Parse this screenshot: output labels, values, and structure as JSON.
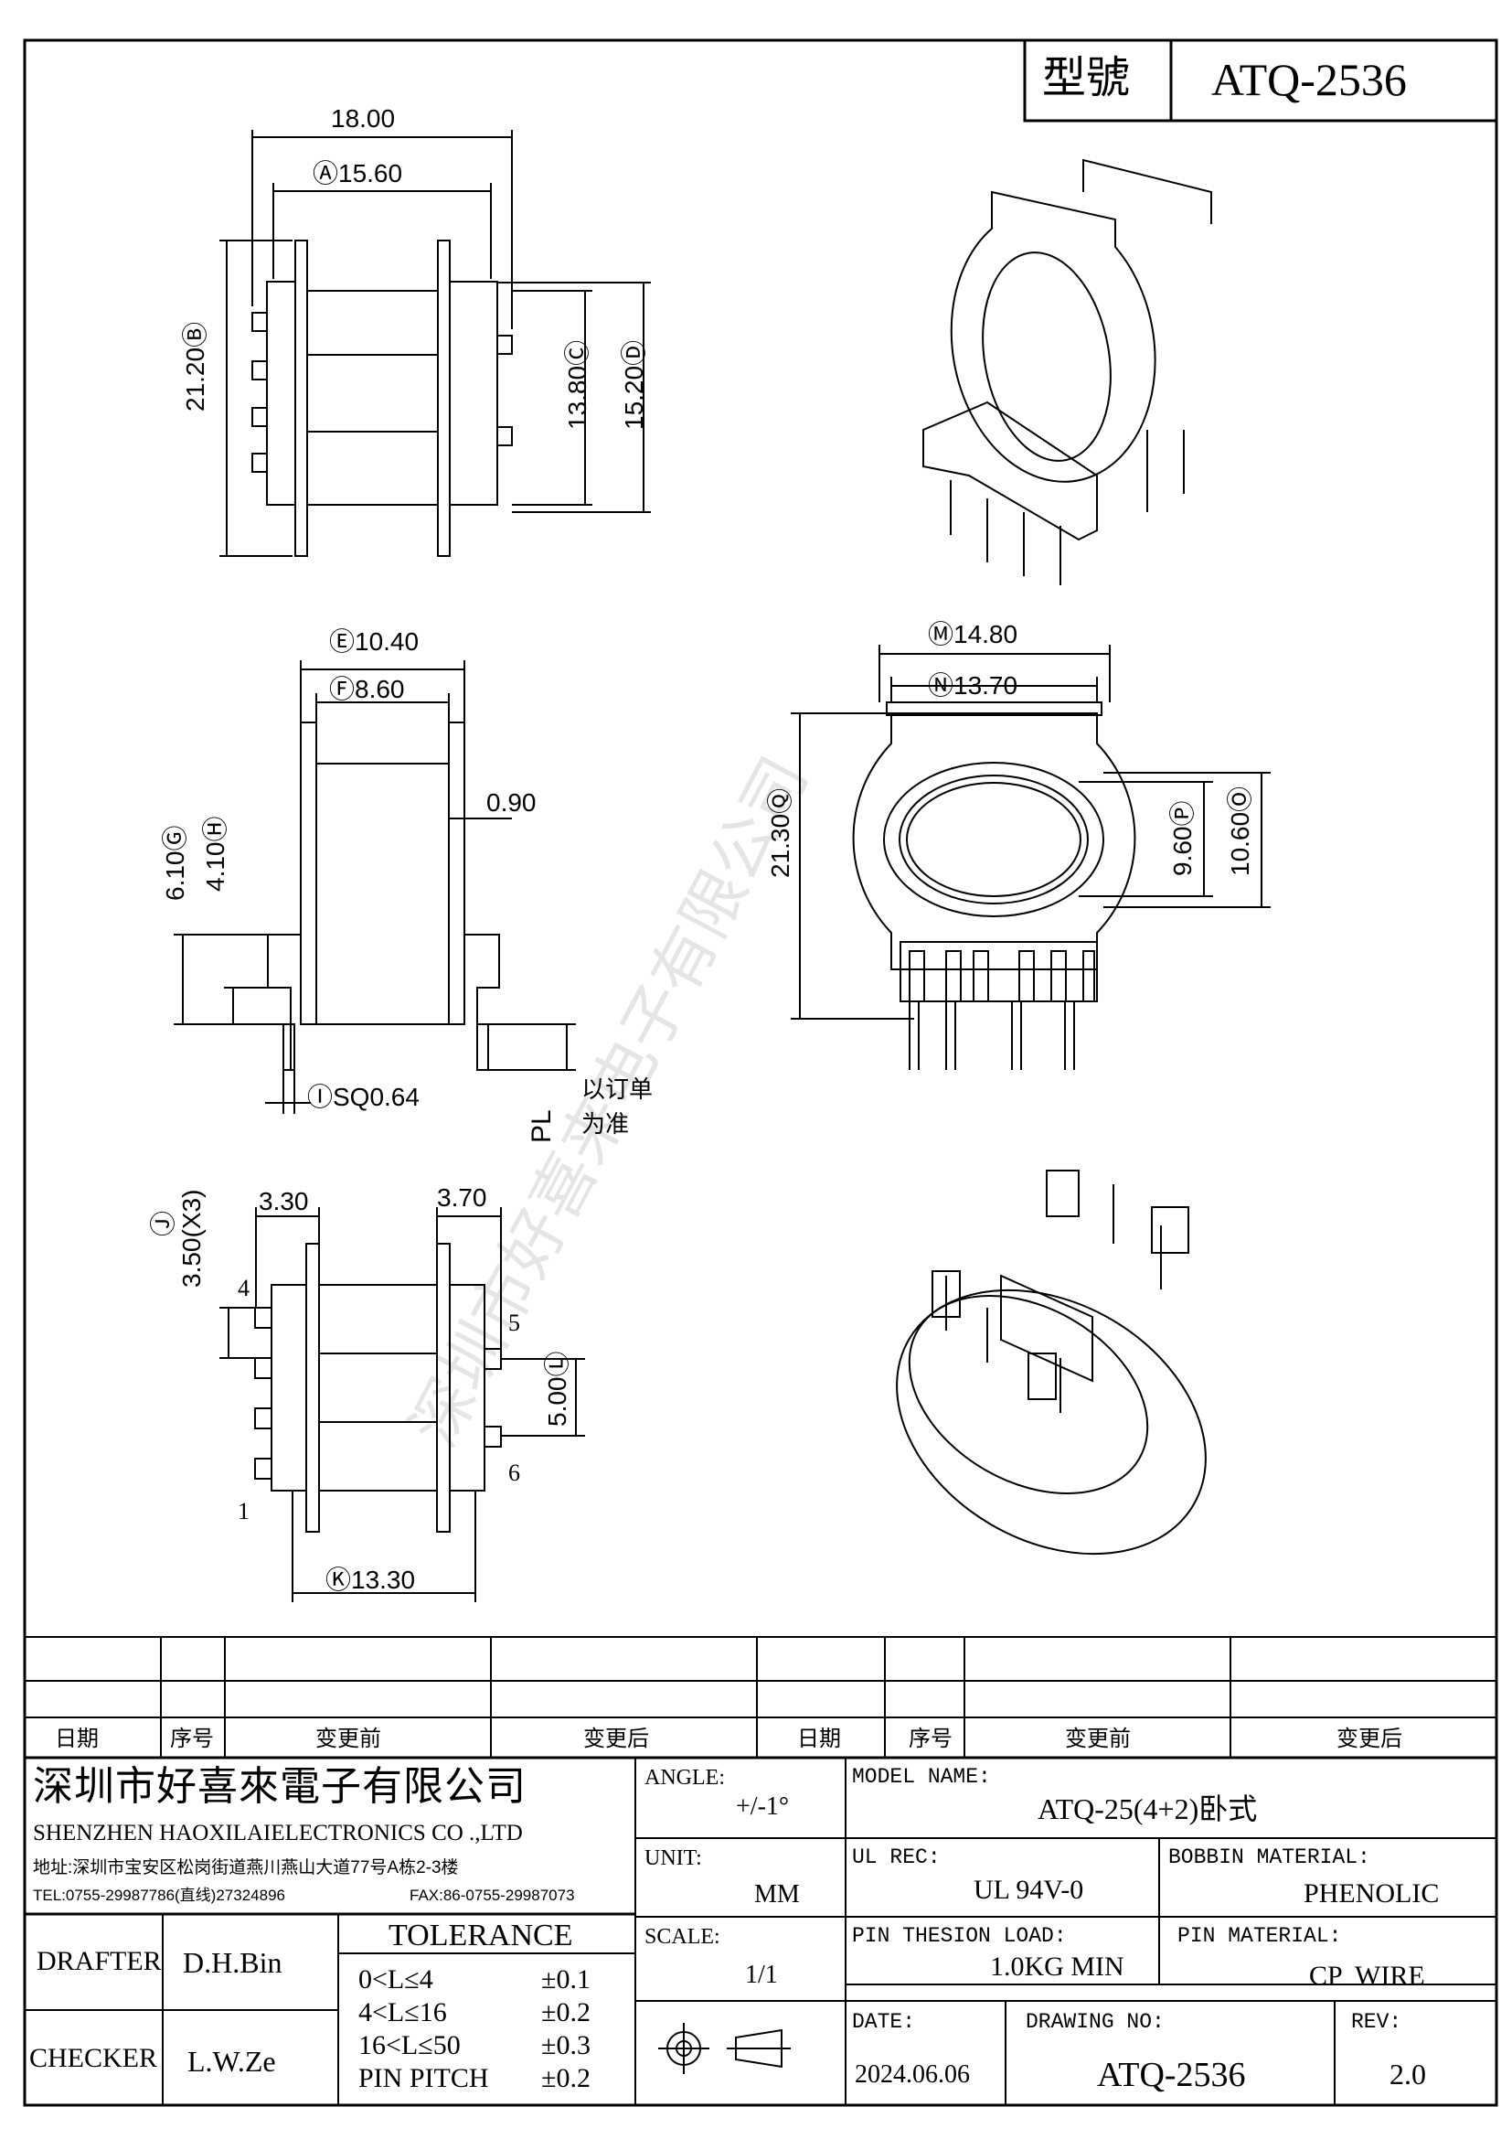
{
  "model_box": {
    "label": "型號",
    "value": "ATQ-2536"
  },
  "view_top": {
    "width_18": "18.00",
    "a_15_60": "Ⓐ15.60",
    "b_21_20": "21.20Ⓑ",
    "c_13_80": "13.80Ⓒ",
    "d_15_20": "15.20Ⓓ"
  },
  "view_side": {
    "e_10_40": "Ⓔ10.40",
    "f_8_60": "Ⓕ8.60",
    "thk_0_90": "0.90",
    "g_6_10": "6.10Ⓖ",
    "h_4_10": "4.10Ⓗ",
    "i_sq": "ⒾSQ0.64",
    "pl": "PL",
    "pl_note_1": "以订单",
    "pl_note_2": "为准"
  },
  "view_front": {
    "m_14_80": "Ⓜ14.80",
    "n_13_70": "Ⓝ13.70",
    "q_21_30": "21.30Ⓠ",
    "p_9_60": "9.60Ⓟ",
    "o_10_60": "10.60Ⓞ"
  },
  "view_bottom": {
    "w_3_30": "3.30",
    "w_3_70": "3.70",
    "j_3_50": "3.50(X3)",
    "j_mark": "Ⓙ",
    "l_5_00": "5.00Ⓛ",
    "k_13_30": "Ⓚ13.30",
    "pin_1": "1",
    "pin_4": "4",
    "pin_5": "5",
    "pin_6": "6"
  },
  "watermark": "深圳市好喜来电子有限公司",
  "revision_table": {
    "headers": [
      "日期",
      "序号",
      "变更前",
      "变更后",
      "日期",
      "序号",
      "变更前",
      "变更后"
    ]
  },
  "title_block": {
    "company_cn": "深圳市好喜來電子有限公司",
    "company_en": "SHENZHEN HAOXILAIELECTRONICS CO .,LTD",
    "address": "地址:深圳市宝安区松岗街道燕川燕山大道77号A栋2-3楼",
    "tel": "TEL:0755-29987786(直线)27324896",
    "fax": "FAX:86-0755-29987073",
    "angle_label": "ANGLE:",
    "angle_value": "+/-1°",
    "model_name_label": "MODEL NAME:",
    "model_name_value": "ATQ-25(4+2)卧式",
    "unit_label": "UNIT:",
    "unit_value": "MM",
    "ul_label": "UL REC:",
    "ul_value": "UL 94V-0",
    "bobbin_label": "BOBBIN MATERIAL:",
    "bobbin_value": "PHENOLIC",
    "scale_label": "SCALE:",
    "scale_value": "1/1",
    "pin_load_label": "PIN THESION LOAD:",
    "pin_load_value": "1.0KG MIN",
    "pin_mat_label": "PIN MATERIAL:",
    "pin_mat_value": "CP  WIRE",
    "drafter_label": "DRAFTER",
    "drafter_value": "D.H.Bin",
    "checker_label": "CHECKER",
    "checker_value": "L.W.Ze",
    "tolerance_label": "TOLERANCE",
    "tolerance_rows": [
      {
        "range": "0<L≤4",
        "tol": "±0.1"
      },
      {
        "range": "4<L≤16",
        "tol": "±0.2"
      },
      {
        "range": "16<L≤50",
        "tol": "±0.3"
      },
      {
        "range": "PIN PITCH",
        "tol": "±0.2"
      }
    ],
    "date_label": "DATE:",
    "date_value": "2024.06.06",
    "drawing_no_label": "DRAWING NO:",
    "drawing_no_value": "ATQ-2536",
    "rev_label": "REV:",
    "rev_value": "2.0"
  }
}
